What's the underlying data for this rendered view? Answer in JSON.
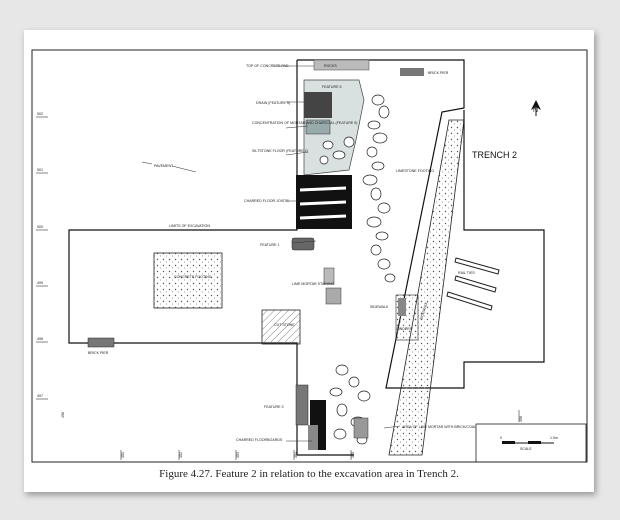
{
  "figure": {
    "caption": "Figure 4.27.  Feature 2 in relation to the excavation area in Trench 2.",
    "trench_label": "TRENCH 2",
    "north_label": "N"
  },
  "labels": {
    "top_of_concrete_pad": "TOP OF CONCRETE PAD",
    "rocks": "ROCKS",
    "brick_pier_top": "BRICK PIER",
    "feature_5": "FEATURE 5",
    "drain": "DRAIN (FEATURE 5)",
    "mortar_charcoal": "CONCENTRATION OF MORTAR AND CHARCOAL (FEATURE 5)",
    "siltstone_floor": "SILTSTONE FLOOR (FEATURE 2)",
    "pavement": "PAVEMENT",
    "limestone_footing": "LIMESTONE FOOTING",
    "charred_floor_joists": "CHARRED FLOOR JOISTS",
    "limits_of_excavation": "LIMITS OF EXCAVATION",
    "feature_1": "FEATURE 1",
    "concrete_footing": "CONCRETE FOOTING",
    "lime_mortar_staining": "LIME MORTAR STAINING",
    "rail_ties": "RAIL TIES",
    "sidewalk": "SIDEWALK",
    "cinders": "CINDERS",
    "cut_stone": "CUT STONE",
    "brick_pier_left": "BRICK PIER",
    "feature_3": "FEATURE 3",
    "charred_floorboards": "CHARRED FLOORBOARDS",
    "lime_mortar_area": "AREA OF LIME MORTAR WITH BRICK/COAL",
    "scale": "SCALE"
  },
  "grid": {
    "left_ticks": [
      "502",
      "501",
      "500",
      "499",
      "498",
      "497",
      "496"
    ],
    "bottom_ticks": [
      "351",
      "352",
      "353",
      "354",
      "355",
      "356"
    ],
    "scale_ticks": [
      "0",
      "1.0m"
    ]
  }
}
